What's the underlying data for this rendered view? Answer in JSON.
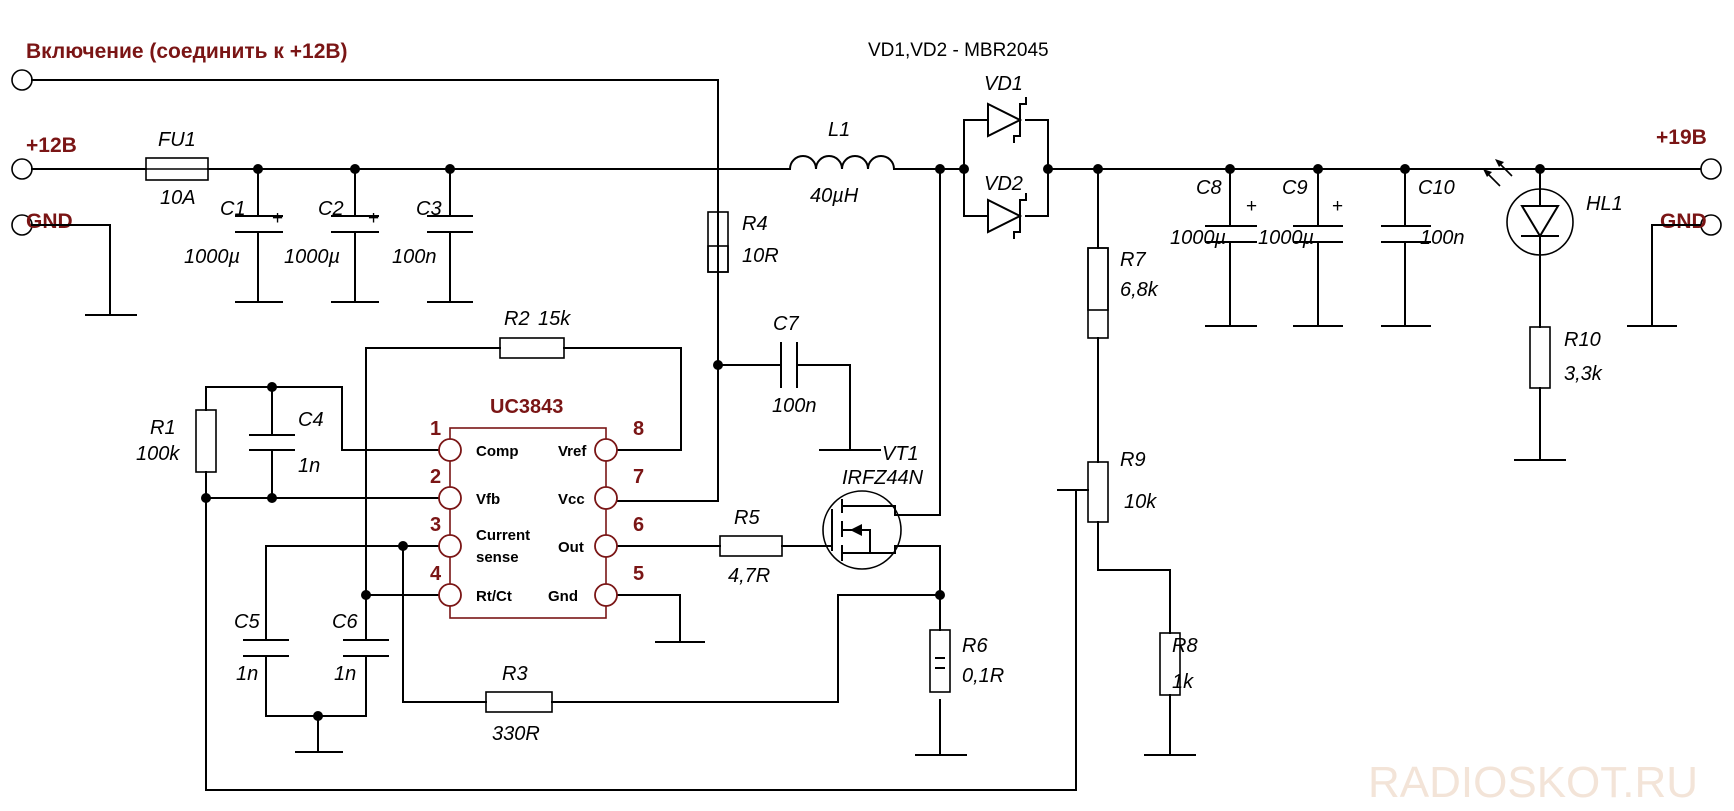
{
  "title": "Включение (соединить к +12В)",
  "note": "VD1,VD2 - MBR2045",
  "terminals": {
    "in_plus": "+12В",
    "in_gnd": "GND",
    "out_plus": "+19В",
    "out_gnd": "GND"
  },
  "ic": {
    "name": "UC3843",
    "pins": [
      {
        "num": "1",
        "name": "Comp"
      },
      {
        "num": "2",
        "name": "Vfb"
      },
      {
        "num": "3",
        "name": "Current",
        "name2": "sense"
      },
      {
        "num": "4",
        "name": "Rt/Ct"
      },
      {
        "num": "5",
        "name": "Gnd"
      },
      {
        "num": "6",
        "name": "Out"
      },
      {
        "num": "7",
        "name": "Vcc"
      },
      {
        "num": "8",
        "name": "Vref"
      }
    ]
  },
  "components": {
    "FU1": {
      "ref": "FU1",
      "value": "10A"
    },
    "C1": {
      "ref": "C1",
      "value": "1000µ"
    },
    "C2": {
      "ref": "C2",
      "value": "1000µ"
    },
    "C3": {
      "ref": "C3",
      "value": "100n"
    },
    "L1": {
      "ref": "L1",
      "value": "40µH"
    },
    "VD1": {
      "ref": "VD1"
    },
    "VD2": {
      "ref": "VD2"
    },
    "R4": {
      "ref": "R4",
      "value": "10R"
    },
    "R2": {
      "ref": "R2",
      "value": "15k"
    },
    "C7": {
      "ref": "C7",
      "value": "100n"
    },
    "R1": {
      "ref": "R1",
      "value": "100k"
    },
    "C4": {
      "ref": "C4",
      "value": "1n"
    },
    "VT1": {
      "ref": "VT1",
      "value": "IRFZ44N"
    },
    "R5": {
      "ref": "R5",
      "value": "4,7R"
    },
    "R6": {
      "ref": "R6",
      "value": "0,1R"
    },
    "C5": {
      "ref": "C5",
      "value": "1n"
    },
    "C6": {
      "ref": "C6",
      "value": "1n"
    },
    "R3": {
      "ref": "R3",
      "value": "330R"
    },
    "R7": {
      "ref": "R7",
      "value": "6,8k"
    },
    "R9": {
      "ref": "R9",
      "value": "10k"
    },
    "R8": {
      "ref": "R8",
      "value": "1k"
    },
    "C8": {
      "ref": "C8",
      "value": "1000µ"
    },
    "C9": {
      "ref": "C9",
      "value": "1000µ"
    },
    "C10": {
      "ref": "C10",
      "value": "100n"
    },
    "HL1": {
      "ref": "HL1"
    },
    "R10": {
      "ref": "R10",
      "value": "3,3k"
    }
  },
  "polarity": "+",
  "watermark": "RADIOSKOT.RU"
}
